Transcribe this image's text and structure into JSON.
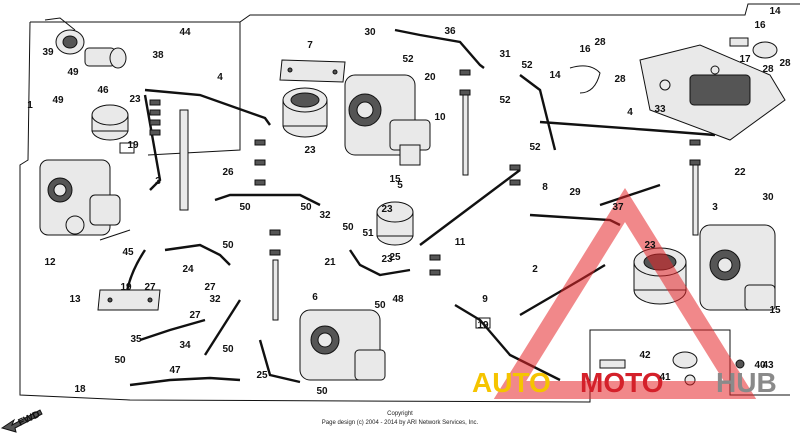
{
  "labels": [
    "1",
    "2",
    "3",
    "3",
    "4",
    "4",
    "5",
    "6",
    "7",
    "8",
    "9",
    "10",
    "11",
    "12",
    "13",
    "14",
    "14",
    "15",
    "15",
    "16",
    "16",
    "17",
    "18",
    "19",
    "19",
    "19",
    "20",
    "21",
    "22",
    "23",
    "23",
    "23",
    "23",
    "23",
    "24",
    "25",
    "25",
    "26",
    "27",
    "27",
    "27",
    "28",
    "28",
    "28",
    "28",
    "29",
    "30",
    "30",
    "31",
    "32",
    "32",
    "33",
    "34",
    "35",
    "36",
    "37",
    "38",
    "39",
    "40",
    "41",
    "42",
    "43",
    "44",
    "45",
    "46",
    "47",
    "48",
    "49",
    "49",
    "50",
    "50",
    "50",
    "50",
    "50",
    "50",
    "50",
    "50",
    "51",
    "52",
    "52",
    "52",
    "52"
  ],
  "fwd_label": "FWD",
  "copyright": {
    "line1": "Copyright",
    "line2": "Page design (c) 2004 - 2014 by ARI Network Services, Inc."
  },
  "watermark": {
    "text_left": "AUTO",
    "text_mid": "MOTO",
    "text_right": "HUB",
    "colors": {
      "left": "#f5c400",
      "mid": "#d4202a",
      "right": "#8a8a8a"
    },
    "icon": "warning-triangle-icon"
  }
}
